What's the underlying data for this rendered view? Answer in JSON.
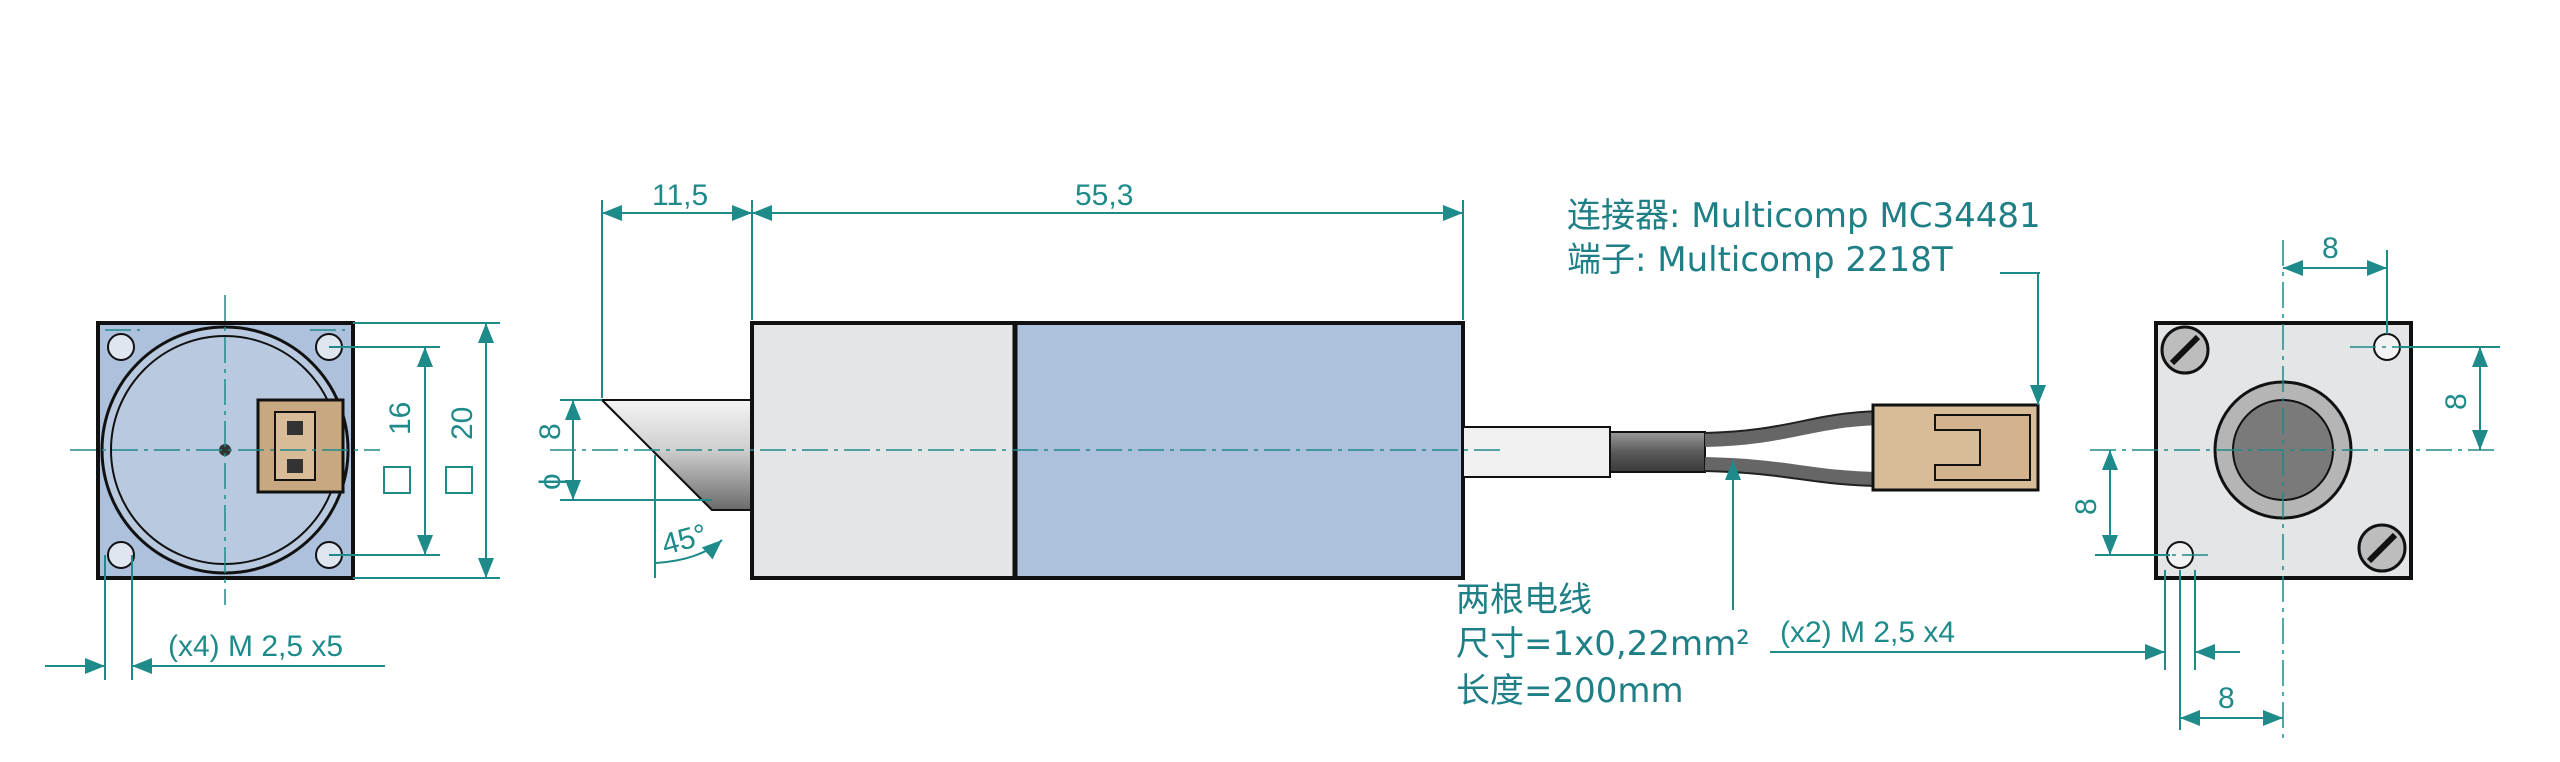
{
  "dimensions": {
    "len_tip": "11,5",
    "len_body": "55,3",
    "diameter": "8",
    "angle": "45°",
    "sq_inner": "16",
    "sq_outer": "20",
    "left_screw": "(x4)  M  2,5  x5",
    "right_top": "8",
    "right_side": "8",
    "right_left": "8",
    "right_bottom": "8",
    "right_screw": "(x2)  M  2,5  x4"
  },
  "labels": {
    "connector": "连接器: Multicomp MC34481",
    "terminal": "端子: Multicomp 2218T",
    "wires": "两根电线",
    "wire_size": "尺寸=1x0,22mm²",
    "wire_length": "长度=200mm"
  },
  "colors": {
    "body_blue": "#adc1dc",
    "body_grey": "#e3e5e6",
    "connector": "#d8bc98",
    "dimension": "#1f8a8a"
  }
}
